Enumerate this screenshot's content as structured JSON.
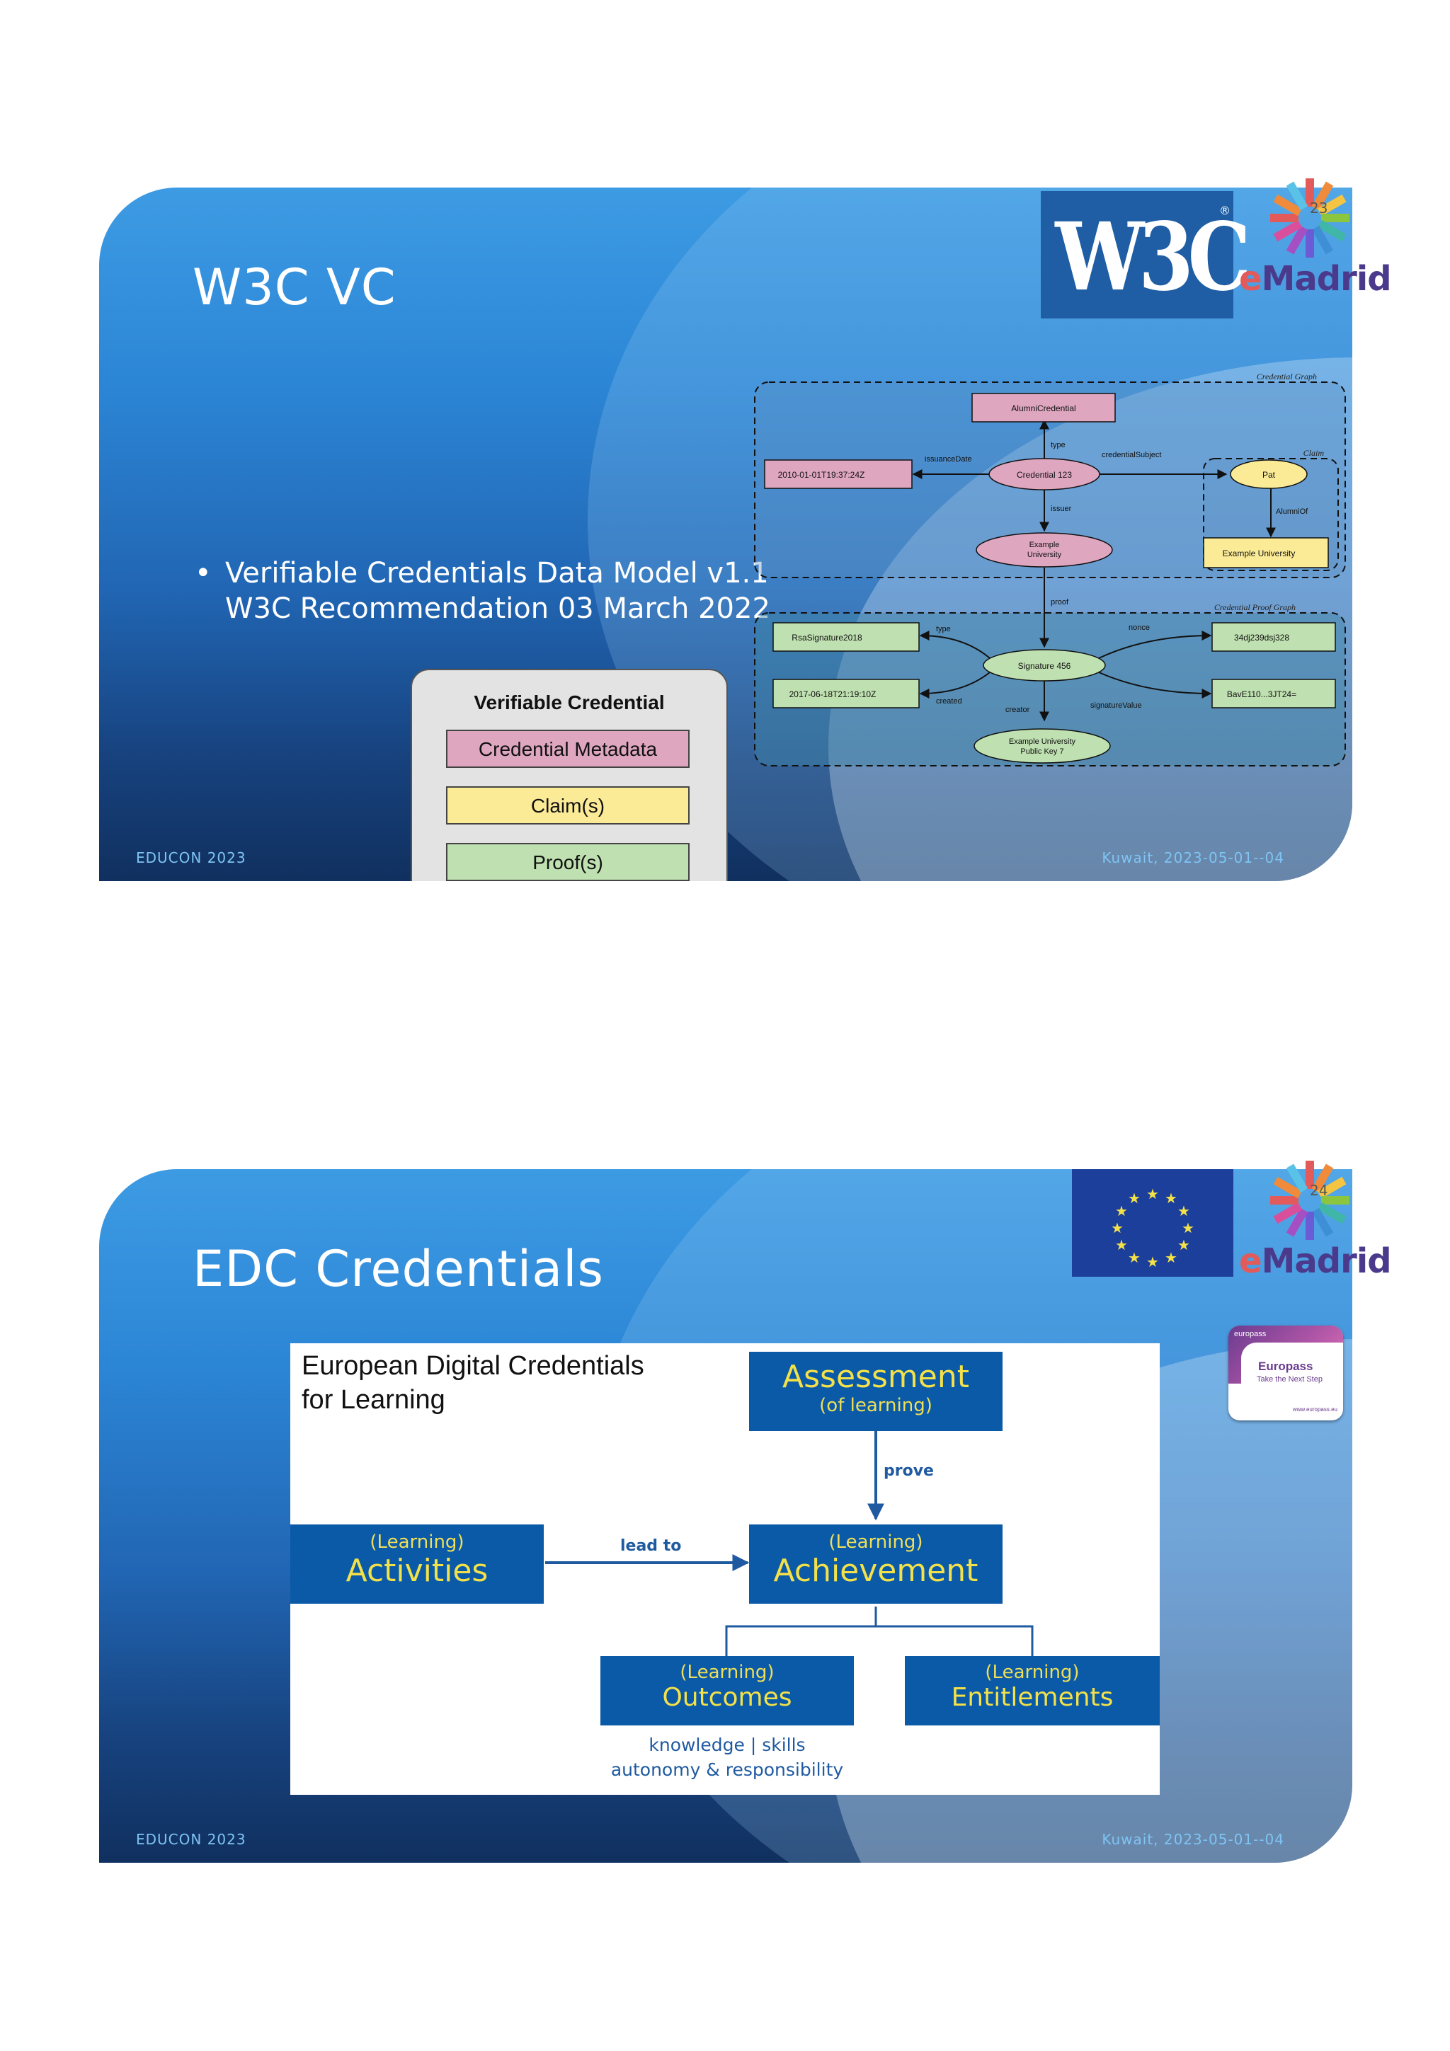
{
  "slide1": {
    "title": "W3C VC",
    "page_number": "23",
    "bullet": [
      "Verifiable Credentials Data Model v1.1",
      "W3C Recommendation 03 March 2022"
    ],
    "logo_w3c": "W3C",
    "emadrid": {
      "e": "e",
      "rest": "Madrid"
    },
    "vc_box": {
      "title": "Verifiable Credential",
      "items": [
        {
          "label": "Credential Metadata",
          "color": "#dea6bf"
        },
        {
          "label": "Claim(s)",
          "color": "#fbeb96"
        },
        {
          "label": "Proof(s)",
          "color": "#bfe0b0"
        }
      ]
    },
    "graph": {
      "credential_graph_label": "Credential Graph",
      "claim_label": "Claim",
      "proof_graph_label": "Credential Proof Graph",
      "nodes": {
        "alumni_credential": "AlumniCredential",
        "issuance_date_value": "2010-01-01T19:37:24Z",
        "credential_123": "Credential 123",
        "pat": "Pat",
        "example_university_issuer": [
          "Example",
          "University"
        ],
        "example_university_claim": "Example University",
        "rsa_signature": "RsaSignature2018",
        "signature_456": "Signature 456",
        "nonce_value": "34dj239dsj328",
        "created_value": "2017-06-18T21:19:10Z",
        "signature_value": "BavE110...3JT24=",
        "public_key": [
          "Example University",
          "Public Key 7"
        ]
      },
      "edges": {
        "type": "type",
        "issuance_date": "issuanceDate",
        "credential_subject": "credentialSubject",
        "issuer": "issuer",
        "alumni_of": "AlumniOf",
        "proof": "proof",
        "proof_type": "type",
        "nonce": "nonce",
        "created": "created",
        "creator": "creator",
        "signature_value": "signatureValue"
      }
    },
    "footer_left": "EDUCON 2023",
    "footer_right": "Kuwait, 2023-05-01--04"
  },
  "slide2": {
    "title": "EDC Credentials",
    "page_number": "24",
    "emadrid": {
      "e": "e",
      "rest": "Madrid"
    },
    "europass_card": {
      "tag": "europass",
      "name": "Europass",
      "subtitle": "Take the Next Step",
      "url": "www.europass.eu"
    },
    "diagram": {
      "heading": [
        "European Digital Credentials",
        "for Learning"
      ],
      "assessment": {
        "big": "Assessment",
        "small": "(of learning)"
      },
      "activities": {
        "small": "(Learning)",
        "big": "Activities"
      },
      "achievement": {
        "small": "(Learning)",
        "big": "Achievement"
      },
      "outcomes": {
        "small": "(Learning)",
        "big": "Outcomes"
      },
      "entitlements": {
        "small": "(Learning)",
        "big": "Entitlements"
      },
      "prove_label": "prove",
      "lead_to_label": "lead to",
      "outcomes_note": [
        "knowledge | skills",
        "autonomy & responsibility"
      ]
    },
    "footer_left": "EDUCON 2023",
    "footer_right": "Kuwait, 2023-05-01--04"
  }
}
